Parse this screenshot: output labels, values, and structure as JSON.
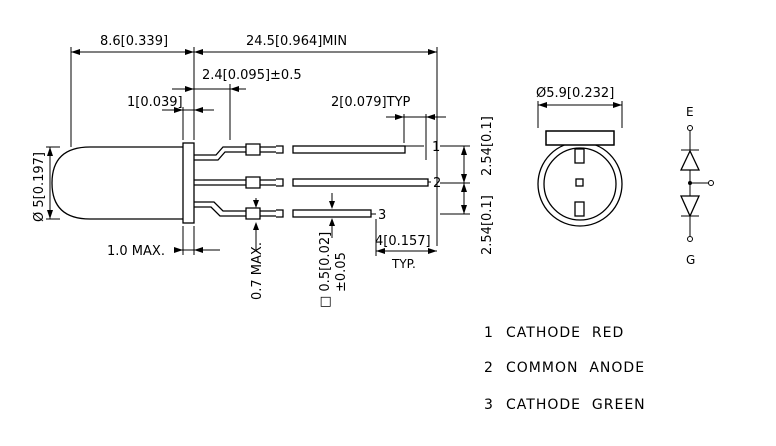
{
  "dimensions": {
    "body_length": "8.6[0.339]",
    "lead_length": "24.5[0.964]MIN",
    "standoff": "2.4[0.095]±0.5",
    "flange": "1[0.039]",
    "lead_offset": "2[0.079]TYP",
    "diameter_side": "Ø 5[0.197]",
    "pitch_upper": "2.54[0.1]",
    "pitch_lower": "2.54[0.1]",
    "flange_max": "1.0 MAX.",
    "lead_bend_max": "0.7 MAX.",
    "lead_square": "□ 0.5[0.02]",
    "lead_square_tol": "±0.05",
    "lead_spacing": "4[0.157]",
    "lead_spacing_note": "TYP.",
    "diameter_front": "Ø5.9[0.232]"
  },
  "pin_numbers": [
    "1",
    "2",
    "3"
  ],
  "schematic": {
    "top_label": "E",
    "bottom_label": "G"
  },
  "legend": [
    {
      "num": "1",
      "text": "CATHODE  RED"
    },
    {
      "num": "2",
      "text": "COMMON  ANODE"
    },
    {
      "num": "3",
      "text": "CATHODE  GREEN"
    }
  ]
}
